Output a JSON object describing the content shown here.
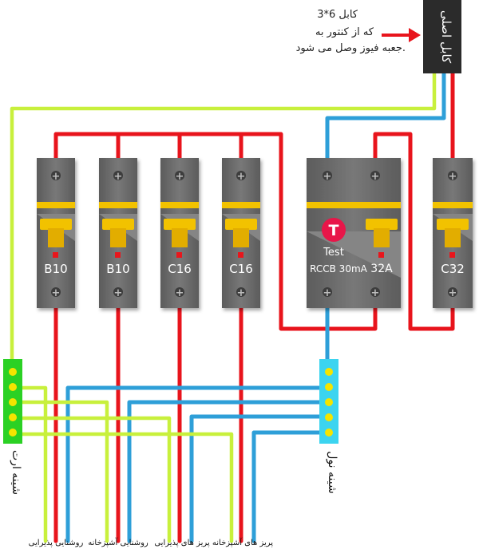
{
  "main_cable": {
    "label": "کابل اصلی",
    "note_line1": "کابل 6*3",
    "note_line2": "که از کنتور به",
    "note_line3": "جعبه فیوز وصل می شود."
  },
  "breakers": [
    {
      "rating": "B10"
    },
    {
      "rating": "B10"
    },
    {
      "rating": "C16"
    },
    {
      "rating": "C16"
    }
  ],
  "rccb": {
    "test_symbol": "T",
    "test_label": "Test",
    "type_label": "RCCB 30mA",
    "rating": "32A"
  },
  "main_breaker": {
    "rating": "C32"
  },
  "bus_bars": {
    "earth_label": "شینه ارت",
    "neutral_label": "شینه نول"
  },
  "circuits": [
    {
      "label": "روشنایی پذیرایی"
    },
    {
      "label": "روشنایی آشپزخانه"
    },
    {
      "label": "پریز های پذیرایی"
    },
    {
      "label": "پریز های آشپزخانه"
    }
  ],
  "colors": {
    "phase": "#e8141c",
    "neutral": "#2e9fd8",
    "earth": "#c8f03c",
    "breaker_body": "#6b6b6b",
    "lever": "#f2c200",
    "earth_bar": "#2bd124",
    "neutral_bar": "#3cd4f0"
  }
}
